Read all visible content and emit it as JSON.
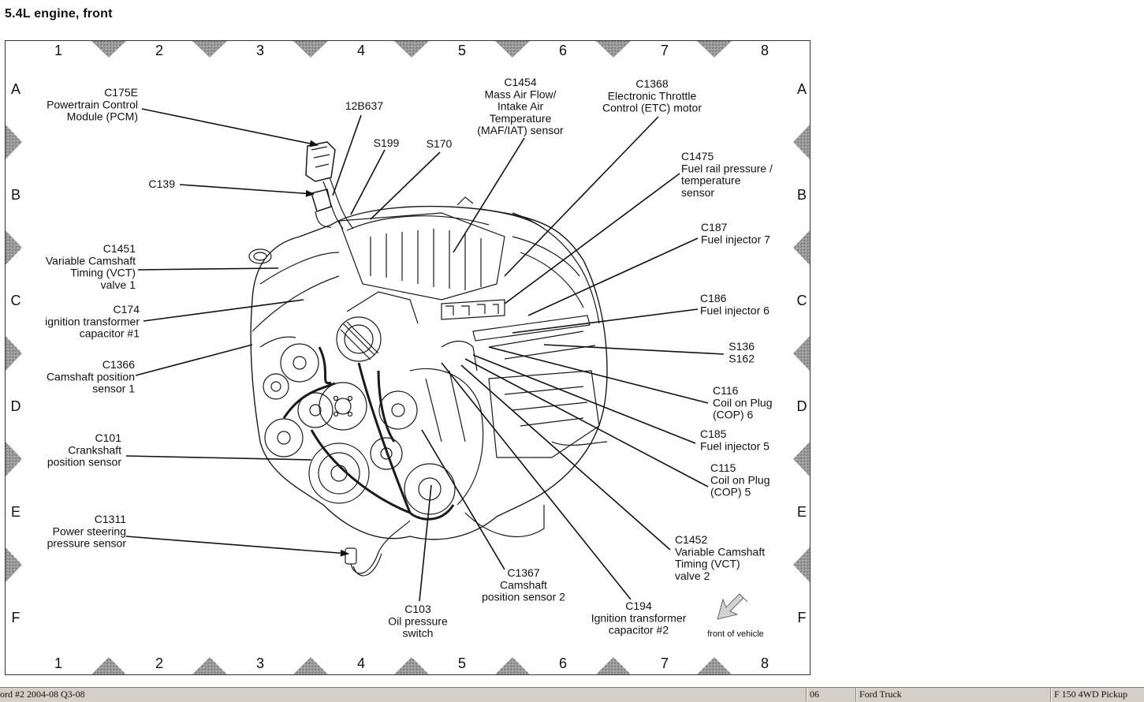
{
  "title": "5.4L  engine,  front",
  "grid": {
    "columns": [
      "1",
      "2",
      "3",
      "4",
      "5",
      "6",
      "7",
      "8"
    ],
    "rows": [
      "A",
      "B",
      "C",
      "D",
      "E",
      "F"
    ]
  },
  "callouts": {
    "c175e": [
      "C175E",
      "Powertrain Control",
      "Module (PCM)"
    ],
    "c139": [
      "C139"
    ],
    "b12b637": [
      "12B637"
    ],
    "s199": [
      "S199"
    ],
    "s170": [
      "S170"
    ],
    "c1454": [
      "C1454",
      "Mass Air Flow/",
      "Intake Air",
      "Temperature",
      "(MAF/IAT) sensor"
    ],
    "c1368": [
      "C1368",
      "Electronic Throttle",
      "Control (ETC) motor"
    ],
    "c1475": [
      "C1475",
      "Fuel rail pressure /",
      "temperature",
      "sensor"
    ],
    "c187": [
      "C187",
      "Fuel injector 7"
    ],
    "c186": [
      "C186",
      "Fuel injector 6"
    ],
    "s136": [
      "S136",
      "S162"
    ],
    "c116": [
      "C116",
      "Coil on Plug",
      "(COP) 6"
    ],
    "c185": [
      "C185",
      "Fuel injector 5"
    ],
    "c115": [
      "C115",
      "Coil on Plug",
      "(COP) 5"
    ],
    "c1452": [
      "C1452",
      "Variable Camshaft",
      "Timing (VCT)",
      "valve 2"
    ],
    "c194": [
      "C194",
      "Ignition transformer",
      "capacitor #2"
    ],
    "c1367": [
      "C1367",
      "Camshaft",
      "position sensor 2"
    ],
    "c103": [
      "C103",
      "Oil pressure",
      "switch"
    ],
    "c1311": [
      "C1311",
      "Power steering",
      "pressure sensor"
    ],
    "c101": [
      "C101",
      "Crankshaft",
      "position sensor"
    ],
    "c1366": [
      "C1366",
      "Camshaft position",
      "sensor 1"
    ],
    "c174": [
      "C174",
      "ignition transformer",
      "capacitor #1"
    ],
    "c1451": [
      "C1451",
      "Variable Camshaft",
      "Timing (VCT)",
      "valve 1"
    ]
  },
  "orientation_label": "front of vehicle",
  "status_bar": {
    "source": "ord #2 2004-08 Q3-08",
    "year": "06",
    "make": "Ford Truck",
    "model": "F 150 4WD Pickup"
  }
}
